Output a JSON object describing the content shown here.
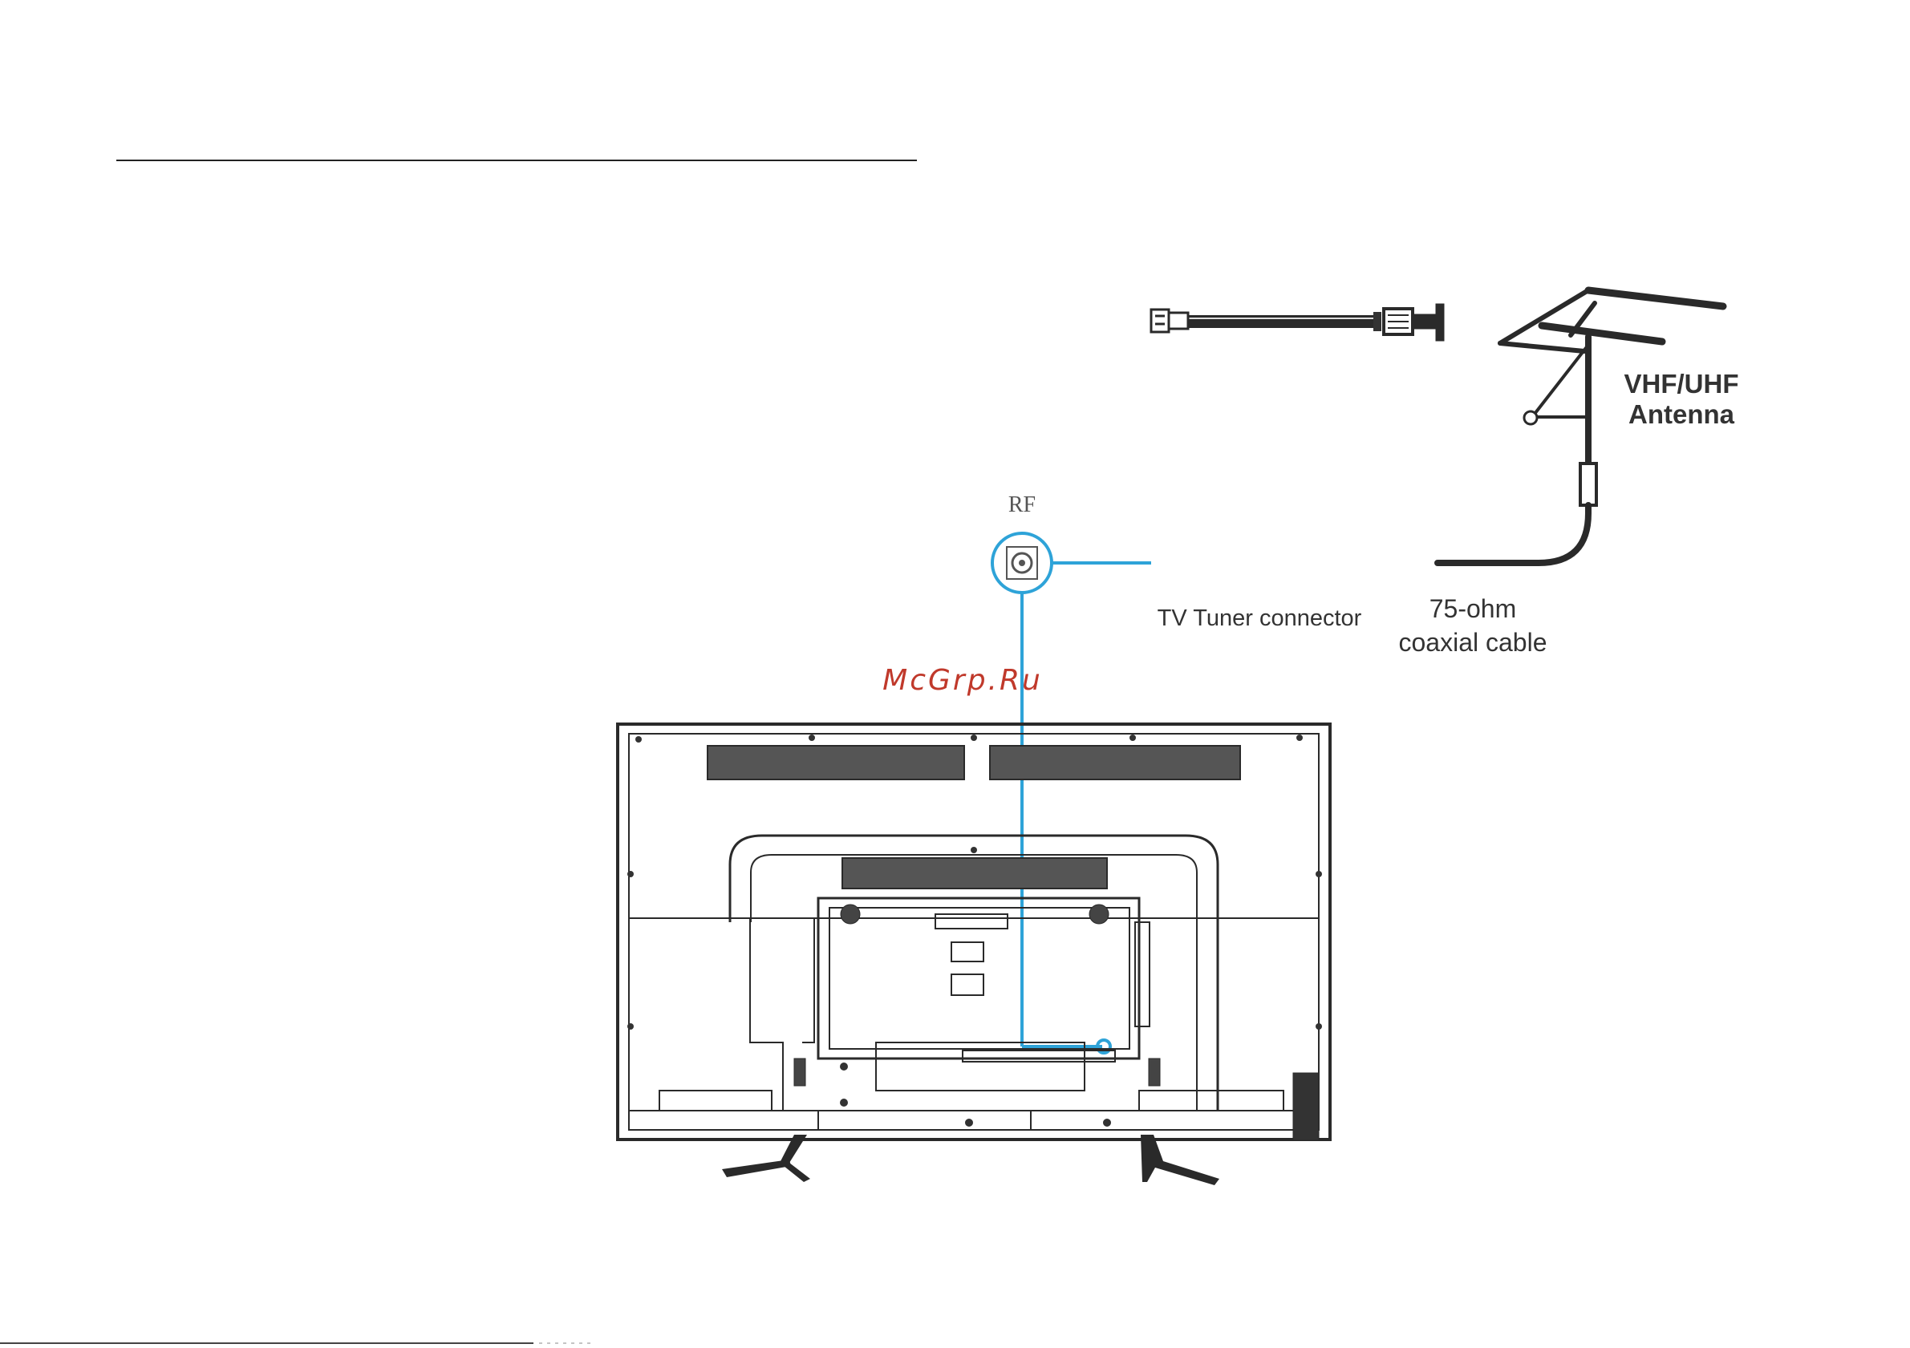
{
  "labels": {
    "rf": "RF",
    "antenna_line1": "VHF/UHF",
    "antenna_line2": "Antenna",
    "tuner_connector": "TV Tuner connector",
    "cable_line1": "75-ohm",
    "cable_line2": "coaxial cable"
  },
  "watermark": "McGrp.Ru",
  "colors": {
    "connection_line": "#2ea3d8",
    "line_art": "#2a2a2a",
    "watermark": "#c0392b"
  },
  "icons": {
    "rf_port": "coax-jack-icon",
    "antenna": "antenna-icon",
    "tv": "tv-rear-panel"
  }
}
